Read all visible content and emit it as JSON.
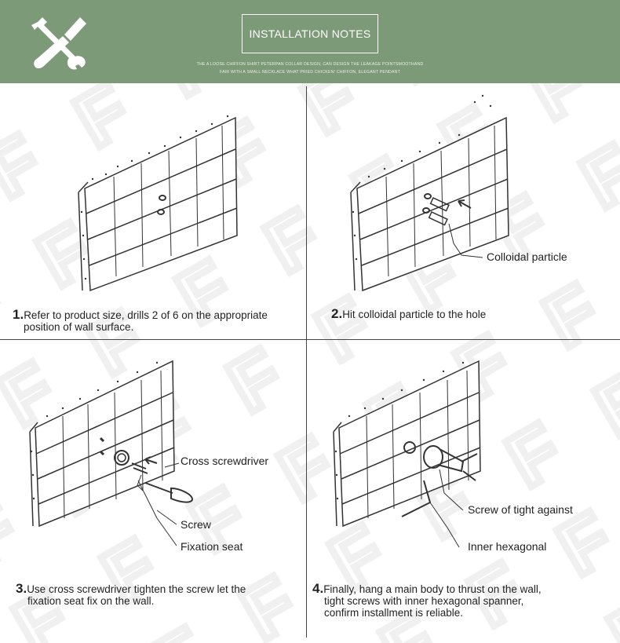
{
  "header": {
    "title": "INSTALLATION NOTES",
    "subtitle_line1": "THE A LOOSE CHIFFON SHIRT PETERPAN COLLAR DESIGN, CAN DESIGN THE LEAKAGE POINTSMOOTHAND",
    "subtitle_line2": "FAIR WITH A SMALL NECKLACE WHAT PRIED CHICKEN! CHIFFON, ELEGANT PENDANT",
    "icon": "wrench-screwdriver-icon",
    "bg_color": "#7d9a78"
  },
  "steps": [
    {
      "num": "1.",
      "text_line1": "Refer to product size, drills 2 of  6 on the appropriate",
      "text_line2": "position of wall surface."
    },
    {
      "num": "2.",
      "text_line1": "Hit colloidal particle to the hole",
      "text_line2": ""
    },
    {
      "num": "3.",
      "text_line1": "Use cross screwdriver tighten the screw let the",
      "text_line2": "fixation seat fix on the wall."
    },
    {
      "num": "4.",
      "text_line1": "Finally, hang a main body to thrust on the wall,",
      "text_line2": "tight screws with inner hexagonal spanner,",
      "text_line3": "confirm installment is reliable."
    }
  ],
  "callouts": {
    "colloidal": "Colloidal particle",
    "cross_screwdriver": "Cross screwdriver",
    "screw": "Screw",
    "fixation_seat": "Fixation seat",
    "tight_screw": "Screw of tight against",
    "inner_hex": "Inner hexagonal"
  },
  "watermark": "FG"
}
